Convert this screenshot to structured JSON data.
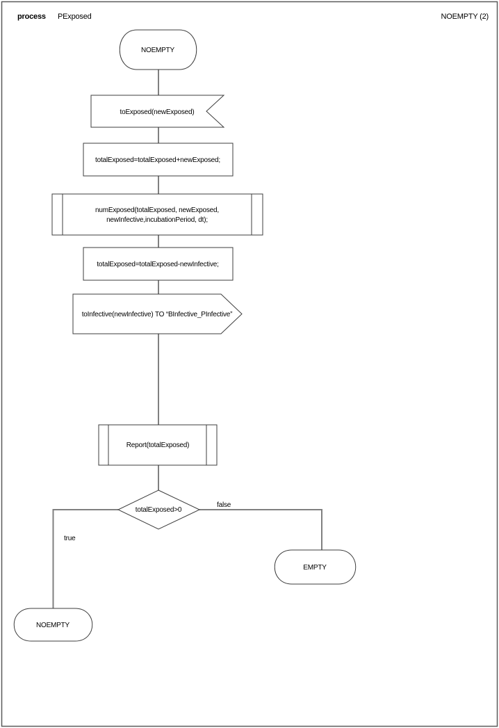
{
  "header": {
    "kind": "process",
    "name": "PExposed",
    "page_ref": "NOEMPTY (2)"
  },
  "flowchart": {
    "start_state": {
      "label": "NOEMPTY"
    },
    "input_signal": {
      "label": "toExposed(newExposed)"
    },
    "task_add": {
      "label": "totalExposed=totalExposed+newExposed;"
    },
    "procedure_num_exposed": {
      "line1": "numExposed(totalExposed, newExposed,",
      "line2": "newInfective,incubationPeriod, dt);"
    },
    "task_subtract": {
      "label": "totalExposed=totalExposed-newInfective;"
    },
    "output_signal": {
      "label": "toInfective(newInfective) TO “BInfective_PInfective”"
    },
    "procedure_report": {
      "label": "Report(totalExposed)"
    },
    "decision": {
      "label": "totalExposed>0",
      "true_label": "true",
      "false_label": "false"
    },
    "state_empty": {
      "label": "EMPTY"
    },
    "state_noempty": {
      "label": "NOEMPTY"
    }
  },
  "colors": {
    "background": "#ffffff",
    "page_border": "#595959",
    "shape_outline": "#3d3d3d",
    "connector": "#808080",
    "text": "#000000"
  }
}
